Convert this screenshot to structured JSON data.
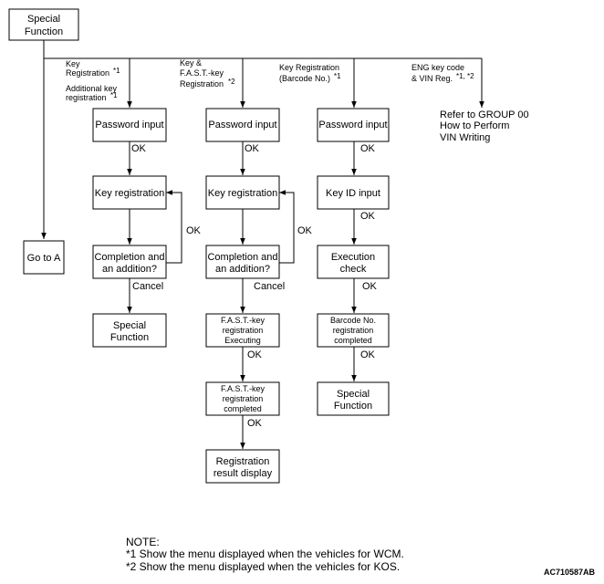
{
  "root": {
    "line1": "Special",
    "line2": "Function"
  },
  "branches": {
    "a": {
      "label1": "Key",
      "label2": "Registration",
      "sup": "*1",
      "add1": "Additional key",
      "add2": "registration",
      "add_sup": "*1"
    },
    "b": {
      "label1": "Key &",
      "label2": "F.A.S.T.-key",
      "label3": "Registration",
      "sup": "*2"
    },
    "c": {
      "label1": "Key Registration",
      "label2": "(Barcode No.)",
      "sup": "*1"
    },
    "d": {
      "label1": "ENG key code",
      "label2": "& VIN Reg.",
      "sup": "*1, *2"
    }
  },
  "goto_a": "Go to A",
  "col1": {
    "password": "Password input",
    "ok1": "OK",
    "keyreg": "Key registration",
    "completion1": "Completion and",
    "completion2": "an addition?",
    "loop_ok": "OK",
    "cancel": "Cancel",
    "special1": "Special",
    "special2": "Function"
  },
  "col2": {
    "password": "Password input",
    "ok1": "OK",
    "keyreg": "Key registration",
    "completion1": "Completion and",
    "completion2": "an addition?",
    "loop_ok": "OK",
    "cancel": "Cancel",
    "fast_exec1": "F.A.S.T.-key",
    "fast_exec2": "registration",
    "fast_exec3": "Executing",
    "ok2": "OK",
    "fast_done1": "F.A.S.T.-key",
    "fast_done2": "registration",
    "fast_done3": "completed",
    "ok3": "OK",
    "result1": "Registration",
    "result2": "result display"
  },
  "col3": {
    "password": "Password input",
    "ok1": "OK",
    "keyid": "Key ID input",
    "ok2": "OK",
    "exec1": "Execution",
    "exec2": "check",
    "ok3": "OK",
    "barcode1": "Barcode No.",
    "barcode2": "registration",
    "barcode3": "completed",
    "ok4": "OK",
    "special1": "Special",
    "special2": "Function"
  },
  "col4": {
    "line1": "Refer to GROUP 00",
    "line2": "How to Perform",
    "line3": "VIN Writing"
  },
  "notes": {
    "heading": "NOTE:",
    "n1": "*1 Show the menu displayed when the vehicles for WCM.",
    "n2": "*2 Show the menu displayed when the vehicles for KOS."
  },
  "figure_code": "AC710587AB"
}
